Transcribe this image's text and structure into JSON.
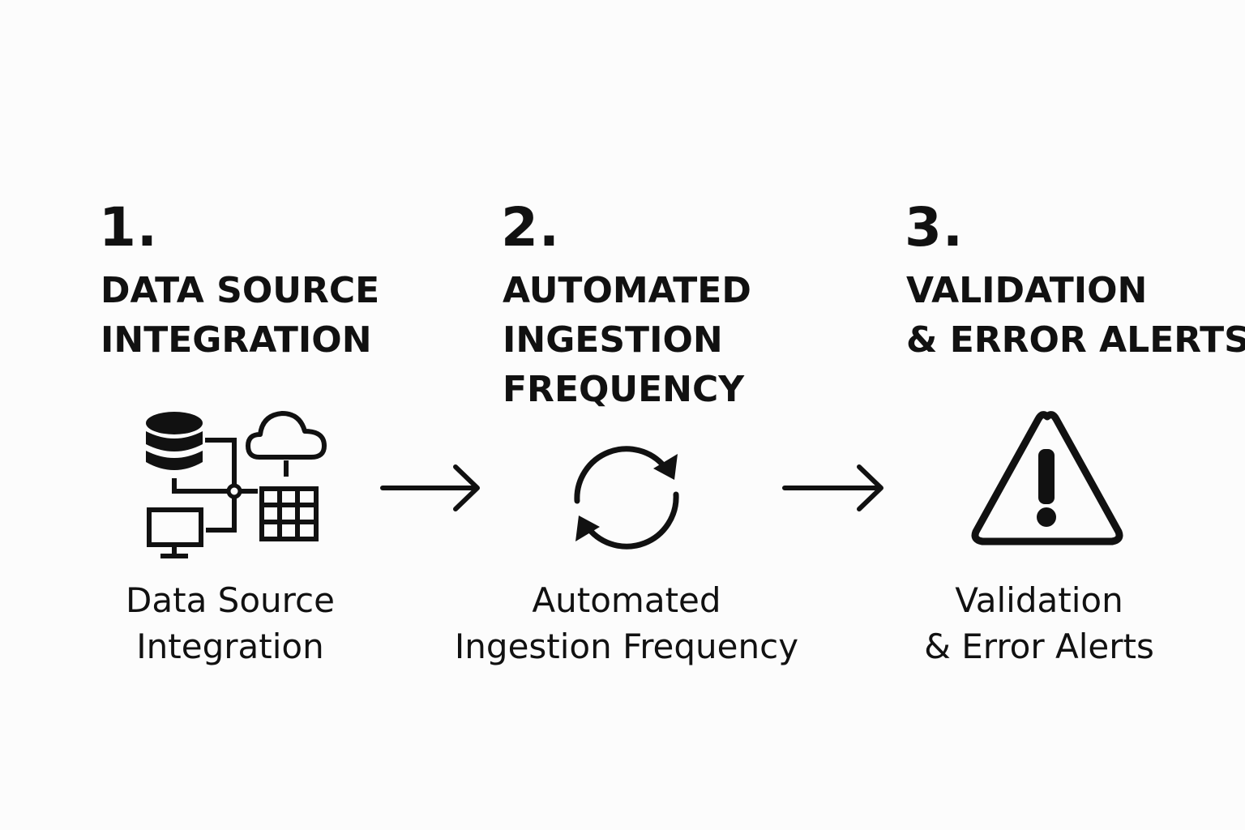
{
  "steps": [
    {
      "number": "1.",
      "title_lines": [
        "DATA SOURCE",
        "INTEGRATION"
      ],
      "caption_lines": [
        "Data Source",
        "Integration"
      ],
      "icon": "data-sources-network-icon"
    },
    {
      "number": "2.",
      "title_lines": [
        "AUTOMATED",
        "INGESTION",
        "FREQUENCY"
      ],
      "caption_lines": [
        "Automated",
        "Ingestion Frequency"
      ],
      "icon": "refresh-cycle-icon"
    },
    {
      "number": "3.",
      "title_lines": [
        "VALIDATION",
        "& ERROR ALERTS"
      ],
      "caption_lines": [
        "Validation",
        "& Error Alerts"
      ],
      "icon": "warning-triangle-icon"
    }
  ],
  "connectors": [
    "right-arrow-icon",
    "right-arrow-icon"
  ],
  "colors": {
    "background": "#fcfcfc",
    "ink": "#111111"
  }
}
